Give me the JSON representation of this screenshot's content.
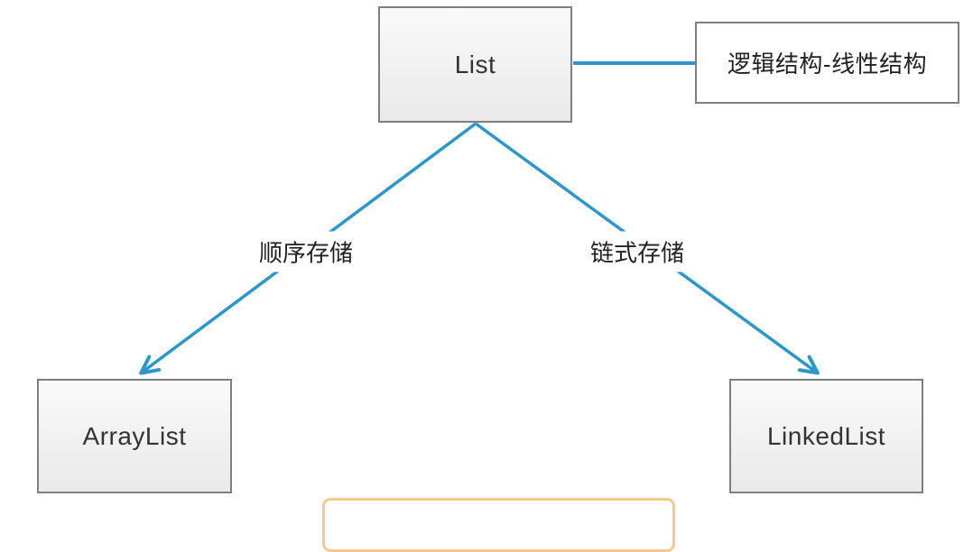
{
  "diagram": {
    "nodes": {
      "list": {
        "label": "List"
      },
      "logical_structure": {
        "label": "逻辑结构-线性结构"
      },
      "arraylist": {
        "label": "ArrayList"
      },
      "linkedlist": {
        "label": "LinkedList"
      }
    },
    "edge_labels": {
      "sequential": "顺序存储",
      "linked": "链式存储"
    },
    "colors": {
      "connector_blue": "#2B97CC",
      "node_border_gray": "#7F7F7F",
      "node_fill_top": "#FAFAFA",
      "node_fill_bottom": "#E9E9E9",
      "logical_node_fill": "#FFFFFF",
      "highlight_orange": "#F7C98E",
      "text": "#333333"
    }
  }
}
